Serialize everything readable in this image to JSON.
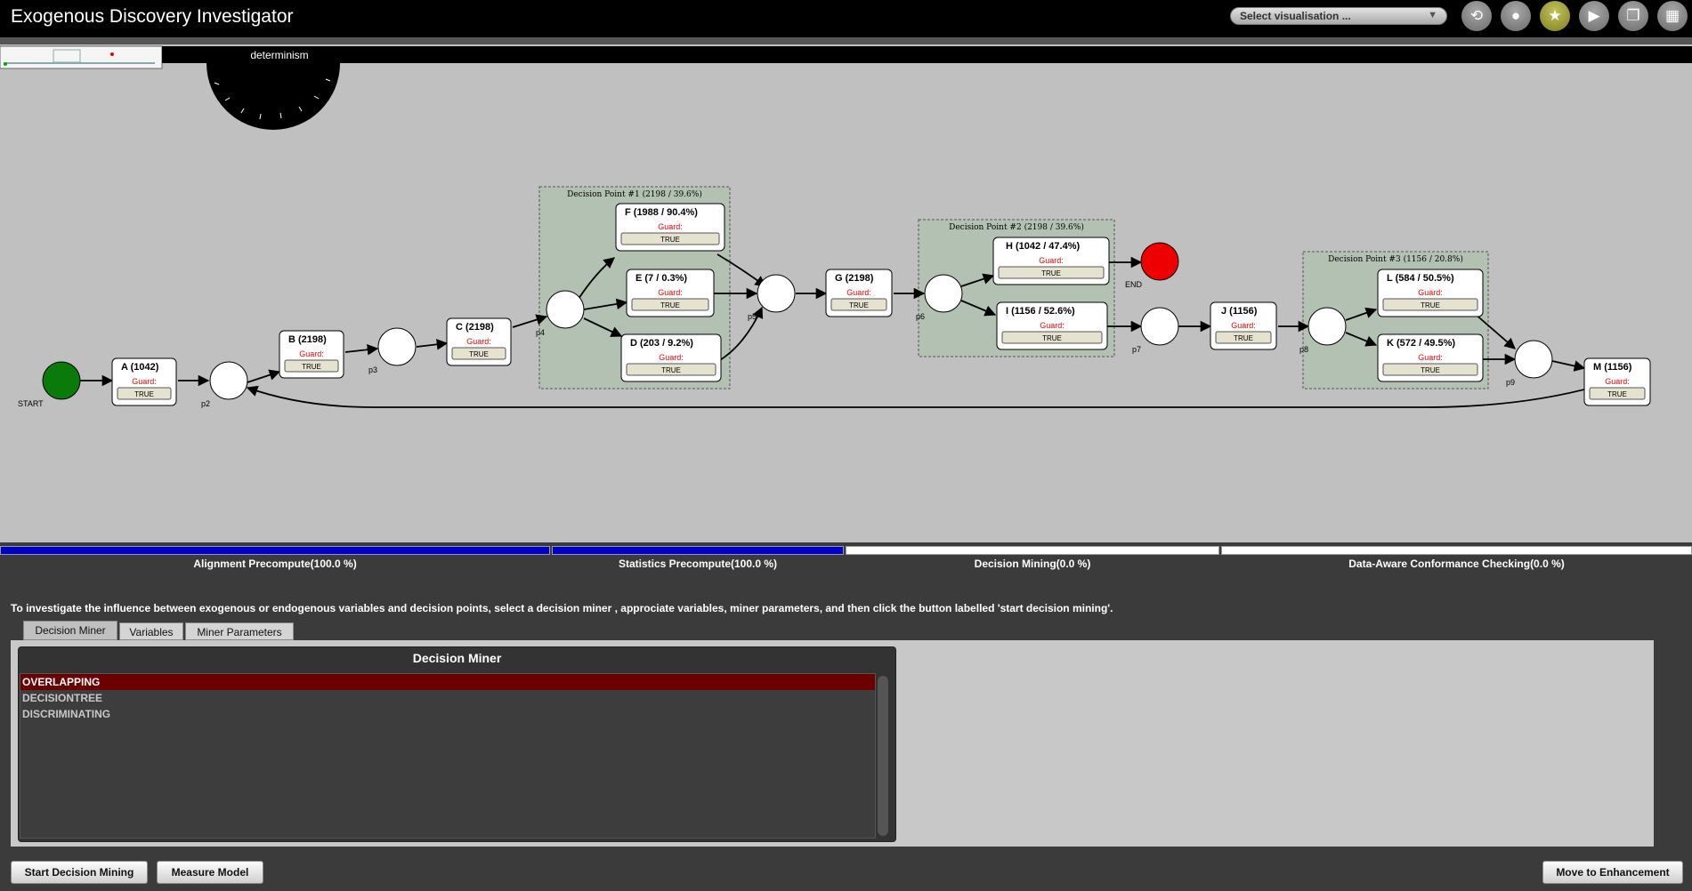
{
  "app": {
    "title": "Exogenous Discovery Investigator"
  },
  "toolbar": {
    "select_placeholder": "Select visualisation ...",
    "buttons": [
      {
        "name": "refresh-icon",
        "glyph": "⟲"
      },
      {
        "name": "drop-icon",
        "glyph": "●"
      },
      {
        "name": "star-icon",
        "glyph": "★"
      },
      {
        "name": "play-icon",
        "glyph": "▶"
      },
      {
        "name": "copy-icon",
        "glyph": "❐"
      },
      {
        "name": "grid-icon",
        "glyph": "▦"
      }
    ]
  },
  "gauge": {
    "label": "determinism"
  },
  "net": {
    "start_label": "START",
    "end_label": "END",
    "guard_label": "Guard:",
    "guard_value": "TRUE",
    "places": [
      "p2",
      "p3",
      "p4",
      "p5",
      "p6",
      "p7",
      "p8",
      "p9"
    ],
    "transitions": [
      {
        "id": "A",
        "label": "A (1042)"
      },
      {
        "id": "B",
        "label": "B (2198)"
      },
      {
        "id": "C",
        "label": "C (2198)"
      },
      {
        "id": "F",
        "label": "F (1988 / 90.4%)"
      },
      {
        "id": "E",
        "label": "E (7 / 0.3%)"
      },
      {
        "id": "D",
        "label": "D (203 / 9.2%)"
      },
      {
        "id": "G",
        "label": "G (2198)"
      },
      {
        "id": "H",
        "label": "H (1042 / 47.4%)"
      },
      {
        "id": "I",
        "label": "I (1156 / 52.6%)"
      },
      {
        "id": "J",
        "label": "J (1156)"
      },
      {
        "id": "L",
        "label": "L (584 / 50.5%)"
      },
      {
        "id": "K",
        "label": "K (572 / 49.5%)"
      },
      {
        "id": "M",
        "label": "M (1156)"
      }
    ],
    "decision_points": [
      "Decision Point #1 (2198 / 39.6%)",
      "Decision Point #2 (2198 / 39.6%)",
      "Decision Point #3 (1156 / 20.8%)"
    ]
  },
  "progress": [
    {
      "label": "Alignment Precompute(100.0 %)",
      "value": 100
    },
    {
      "label": "Statistics Precompute(100.0 %)",
      "value": 100
    },
    {
      "label": "Decision Mining(0.0 %)",
      "value": 0
    },
    {
      "label": "Data-Aware Conformance Checking(0.0 %)",
      "value": 0
    }
  ],
  "instructions": "To investigate the influence between exogenous or endogenous variables and decision points, select a decision miner , approciate variables, miner parameters, and then click the button labelled 'start decision mining'.",
  "tabs": [
    "Decision Miner",
    "Variables",
    "Miner Parameters"
  ],
  "miner": {
    "title": "Decision Miner",
    "items": [
      "OVERLAPPING",
      "DECISIONTREE",
      "DISCRIMINATING"
    ],
    "selected": "OVERLAPPING"
  },
  "buttons": {
    "start": "Start Decision Mining",
    "measure": "Measure Model",
    "enhance": "Move to Enhancement"
  },
  "colors": {
    "start_place": "#0a7a0a",
    "end_place": "#ee0000",
    "guard": "#ee0000",
    "progress_fill": "#0000cc",
    "selected_item": "#6b0000"
  }
}
